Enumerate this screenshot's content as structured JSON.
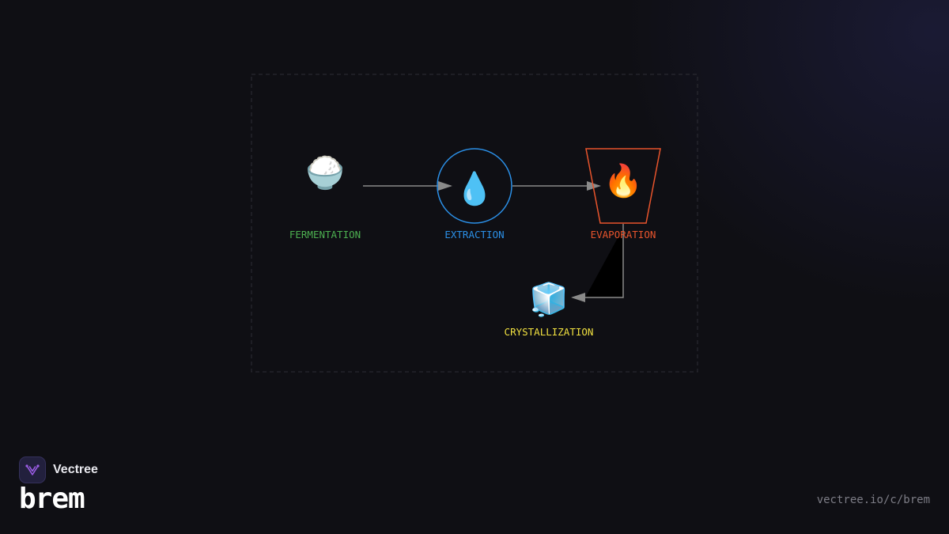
{
  "diagram": {
    "colors": {
      "frame": "#2e2e36",
      "edge": "#8a8a8a",
      "fermentation": "#4caf50",
      "extraction": "#2b8fe6",
      "evaporation": "#e8542c",
      "crystallization": "#f0e040"
    },
    "nodes": [
      {
        "id": "fermentation",
        "label": "FERMENTATION",
        "icon": "🍚",
        "icon_name": "rice-bowl-icon",
        "shape": "none"
      },
      {
        "id": "extraction",
        "label": "EXTRACTION",
        "icon": "💧",
        "icon_name": "droplet-icon",
        "shape": "circle"
      },
      {
        "id": "evaporation",
        "label": "EVAPORATION",
        "icon": "🔥",
        "icon_name": "fire-icon",
        "shape": "trapezoid"
      },
      {
        "id": "crystallization",
        "label": "CRYSTALLIZATION",
        "icon": "🧊",
        "icon_name": "ice-cube-icon",
        "shape": "none"
      }
    ],
    "edges": [
      {
        "from": "fermentation",
        "to": "extraction"
      },
      {
        "from": "extraction",
        "to": "evaporation"
      },
      {
        "from": "evaporation",
        "to": "crystallization"
      }
    ]
  },
  "brand": {
    "name": "Vectree",
    "logo_icon": "vectree-logo-icon",
    "accent": "#9b5de5"
  },
  "project": {
    "title": "brem"
  },
  "footer": {
    "url": "vectree.io/c/brem"
  }
}
